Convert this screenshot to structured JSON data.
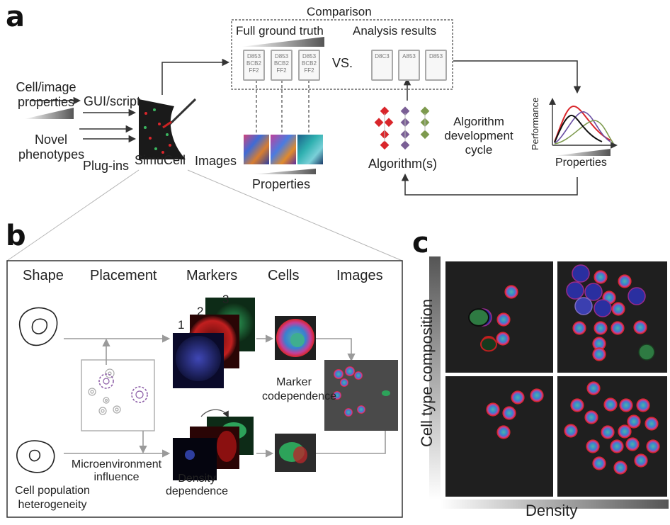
{
  "panels": {
    "a": "a",
    "b": "b",
    "c": "c"
  },
  "panel_a": {
    "comparison_title": "Comparison",
    "ground_truth_label": "Full ground truth",
    "analysis_results_label": "Analysis results",
    "vs_label": "VS.",
    "ground_truth_docs": [
      {
        "lines": [
          "D853",
          "BCB2",
          "FF2"
        ]
      },
      {
        "lines": [
          "D853",
          "BCB2",
          "FF2"
        ]
      },
      {
        "lines": [
          "D853",
          "BCB2",
          "FF2"
        ]
      }
    ],
    "analysis_docs": [
      {
        "lines": [
          "D8C3"
        ]
      },
      {
        "lines": [
          "A853"
        ]
      },
      {
        "lines": [
          "D853"
        ]
      }
    ],
    "cell_image_properties": "Cell/image\nproperties",
    "gui_script": "GUI/script",
    "novel_phenotypes": "Novel\nphenotypes",
    "plug_ins": "Plug-ins",
    "simucell": "SimuCell",
    "images": "Images",
    "properties_bottom": "Properties",
    "algorithms": "Algorithm(s)",
    "algorithm_cycle": "Algorithm\ndevelopment\ncycle",
    "performance": "Performance",
    "properties_right": "Properties"
  },
  "panel_b": {
    "headers": [
      "Shape",
      "Placement",
      "Markers",
      "Cells",
      "Images"
    ],
    "marker_numbers": [
      "1",
      "2",
      "3"
    ],
    "marker_codependence": "Marker\ncodependence",
    "microenvironment_influence": "Microenvironment\ninfluence",
    "density_dependence": "Density\ndependence",
    "cell_population": "Cell population\nheterogeneity"
  },
  "panel_c": {
    "y_label": "Cell type composition",
    "x_label": "Density"
  },
  "colors": {
    "arrow": "#333333",
    "gray_arrow": "#9a9a9a",
    "red": "#d9262b",
    "purple": "#7a5f95",
    "green": "#7d9a4e",
    "dark_bg": "#1f1f1f"
  }
}
